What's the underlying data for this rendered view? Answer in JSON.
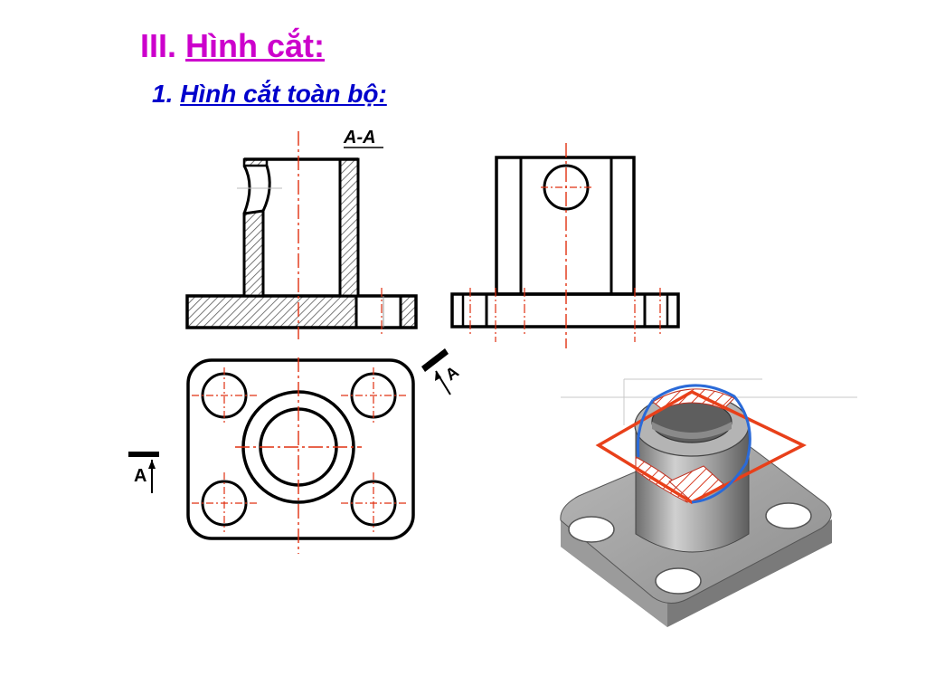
{
  "heading": {
    "number": "III.",
    "text": "Hình cắt:"
  },
  "subheading": {
    "number": "1.",
    "text": "Hình cắt toàn bộ:"
  },
  "drawing": {
    "section_label": "A-A",
    "cut_mark_top": "A",
    "cut_mark_left": "A"
  },
  "colors": {
    "heading": "#cc00cc",
    "subheading": "#0000cc",
    "centerline": "#e03010",
    "cut_plane": "#e8401a",
    "cut_circle": "#2a6ad8",
    "part_body": "#a8a8a8"
  }
}
